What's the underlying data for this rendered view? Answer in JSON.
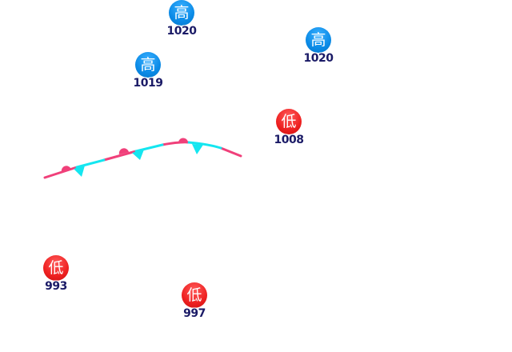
{
  "colors": {
    "high_center": "#0a8ae6",
    "low_center": "#ee2020",
    "front_warm": "#f0407a",
    "front_cold": "#14e6f0",
    "pressure_text": "#1a1a66"
  },
  "pressure_centers": [
    {
      "type": "high",
      "symbol": "高",
      "value": "1020"
    },
    {
      "type": "high",
      "symbol": "高",
      "value": "1020"
    },
    {
      "type": "high",
      "symbol": "高",
      "value": "1019"
    },
    {
      "type": "low",
      "symbol": "低",
      "value": "1008"
    },
    {
      "type": "low",
      "symbol": "低",
      "value": "993"
    },
    {
      "type": "low",
      "symbol": "低",
      "value": "997"
    }
  ],
  "front": {
    "type": "stationary-front"
  }
}
